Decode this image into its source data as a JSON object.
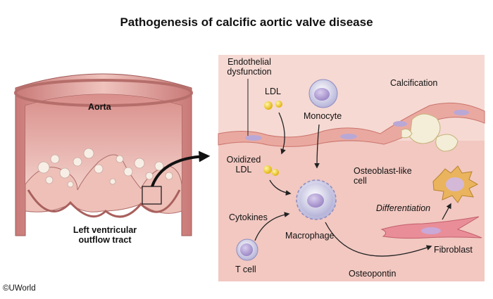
{
  "title": "Pathogenesis of calcific aortic valve disease",
  "left_panel": {
    "aorta": "Aorta",
    "lv_outflow_line1": "Left ventricular",
    "lv_outflow_line2": "outflow tract"
  },
  "right_panel": {
    "endothelial_line1": "Endothelial",
    "endothelial_line2": "dysfunction",
    "ldl": "LDL",
    "monocyte": "Monocyte",
    "calcification": "Calcification",
    "oxidized_line1": "Oxidized",
    "oxidized_line2": "LDL",
    "osteoblast_line1": "Osteoblast-like",
    "osteoblast_line2": "cell",
    "differentiation": "Differentiation",
    "cytokines": "Cytokines",
    "macrophage": "Macrophage",
    "fibroblast": "Fibroblast",
    "t_cell": "T cell",
    "osteopontin": "Osteopontin"
  },
  "credit": "©UWorld",
  "colors": {
    "panel_bg": "#f6d9d3",
    "tissue": "#e9b3ac",
    "endothelium": "#eaa9a0",
    "nucleus": "#b9a8d6",
    "ldl": "#f0d21f",
    "calcium": "#f4eed8",
    "osteoblast": "#e9b45d",
    "fibroblast": "#e98e98"
  }
}
